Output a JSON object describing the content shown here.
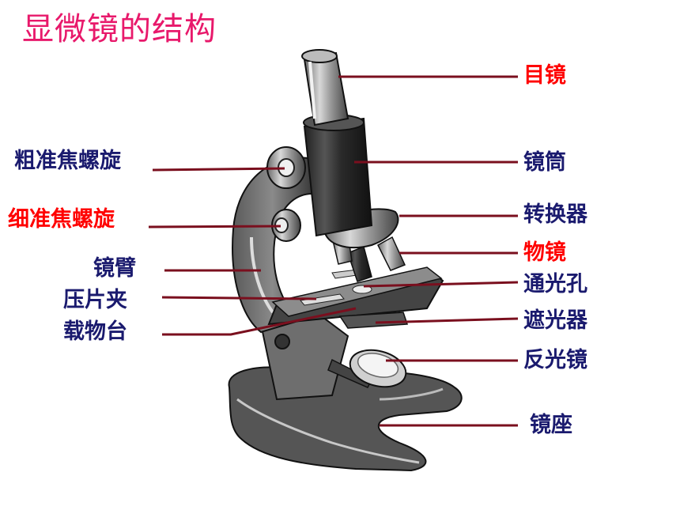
{
  "title": "显微镜的结构",
  "colors": {
    "title": "#e8196b",
    "label_primary": "#1a1a6e",
    "label_highlight": "#ff0000",
    "leader_line": "#7a0f1e"
  },
  "labels": {
    "eyepiece": {
      "text": "目镜",
      "color": "#ff0000"
    },
    "coarse_focus": {
      "text": "粗准焦螺旋",
      "color": "#1a1a6e"
    },
    "tube": {
      "text": "镜筒",
      "color": "#1a1a6e"
    },
    "fine_focus": {
      "text": "细准焦螺旋",
      "color": "#ff0000"
    },
    "nosepiece": {
      "text": "转换器",
      "color": "#1a1a6e"
    },
    "objective": {
      "text": "物镜",
      "color": "#ff0000"
    },
    "arm": {
      "text": "镜臂",
      "color": "#1a1a6e"
    },
    "aperture": {
      "text": "通光孔",
      "color": "#1a1a6e"
    },
    "stage_clip": {
      "text": "压片夹",
      "color": "#1a1a6e"
    },
    "diaphragm": {
      "text": "遮光器",
      "color": "#1a1a6e"
    },
    "stage": {
      "text": "载物台",
      "color": "#1a1a6e"
    },
    "mirror": {
      "text": "反光镜",
      "color": "#1a1a6e"
    },
    "base": {
      "text": "镜座",
      "color": "#1a1a6e"
    }
  }
}
